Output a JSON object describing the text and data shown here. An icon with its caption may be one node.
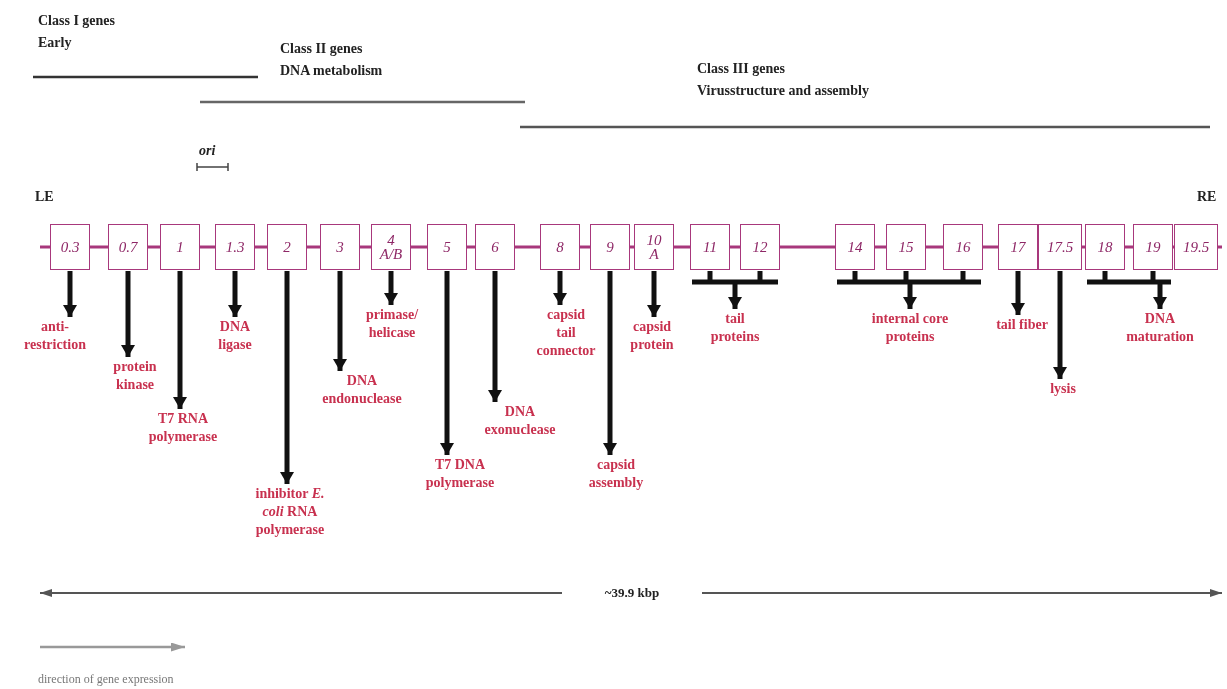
{
  "diagram": {
    "nodes": [
      {
        "text": [
          "0.3"
        ]
      },
      {
        "text": [
          "0.7"
        ]
      },
      {
        "text": [
          "1"
        ]
      },
      {
        "text": [
          "1.3"
        ]
      },
      {
        "text": [
          "2"
        ]
      },
      {
        "text": [
          "3"
        ]
      },
      {
        "text": [
          "4 A/B"
        ]
      },
      {
        "text": [
          "5"
        ]
      },
      {
        "text": [
          "6"
        ]
      },
      {
        "text": [
          "8"
        ]
      },
      {
        "text": [
          "9"
        ]
      },
      {
        "text": [
          "10 A"
        ]
      },
      {
        "text": [
          "11"
        ]
      },
      {
        "text": [
          "12"
        ]
      },
      {
        "text": [
          "14"
        ]
      },
      {
        "text": [
          "15"
        ]
      },
      {
        "text": [
          "16"
        ]
      },
      {
        "text": [
          "17"
        ]
      },
      {
        "text": [
          "17.5"
        ]
      },
      {
        "text": [
          "18"
        ]
      },
      {
        "text": [
          "19"
        ]
      },
      {
        "text": [
          "19.5"
        ]
      },
      {
        "text": [
          "anti- restriction"
        ]
      },
      {
        "text": [
          "protein kinase"
        ]
      },
      {
        "text": [
          "T7 RNA polymerase"
        ]
      },
      {
        "text": [
          "DNA ligase"
        ]
      },
      {
        "text": [
          "inhibitor *E. coli* RNA polymerase"
        ]
      },
      {
        "text": [
          "DNA endonuclease"
        ]
      },
      {
        "text": [
          "primase/ helicase"
        ]
      },
      {
        "text": [
          "T7 DNA polymerase"
        ]
      },
      {
        "text": [
          "DNA exonuclease"
        ]
      },
      {
        "text": [
          "capsid tail connector"
        ]
      },
      {
        "text": [
          "capsid assembly"
        ]
      },
      {
        "text": [
          "capsid protein"
        ]
      },
      {
        "text": [
          "tail proteins"
        ]
      },
      {
        "text": [
          "internal core proteins"
        ]
      },
      {
        "text": [
          "tail fiber"
        ]
      },
      {
        "text": [
          "lysis"
        ]
      },
      {
        "text": [
          "DNA maturation"
        ]
      }
    ],
    "edges": [
      {
        "from": 0,
        "to": 22,
        "arrow": "to"
      },
      {
        "from": 1,
        "to": 23,
        "arrow": "to"
      },
      {
        "from": 2,
        "to": 24,
        "arrow": "to"
      },
      {
        "from": 3,
        "to": 25,
        "arrow": "to"
      },
      {
        "from": 4,
        "to": 26,
        "arrow": "to"
      },
      {
        "from": 5,
        "to": 27,
        "arrow": "to"
      },
      {
        "from": 6,
        "to": 28,
        "arrow": "to"
      },
      {
        "from": 7,
        "to": 29,
        "arrow": "to"
      },
      {
        "from": 8,
        "to": 30,
        "arrow": "to"
      },
      {
        "from": 9,
        "to": 31,
        "arrow": "to"
      },
      {
        "from": 10,
        "to": 32,
        "arrow": "to"
      },
      {
        "from": 11,
        "to": 33,
        "arrow": "to"
      },
      {
        "from": 12,
        "to": 34,
        "arrow": "to"
      },
      {
        "from": 13,
        "to": 34,
        "arrow": "to"
      },
      {
        "from": 14,
        "to": 35,
        "arrow": "to"
      },
      {
        "from": 15,
        "to": 35,
        "arrow": "to"
      },
      {
        "from": 16,
        "to": 35,
        "arrow": "to"
      },
      {
        "from": 17,
        "to": 36,
        "arrow": "to"
      },
      {
        "from": 18,
        "to": 37,
        "arrow": "to"
      },
      {
        "from": 19,
        "to": 38,
        "arrow": "to"
      },
      {
        "from": 20,
        "to": 38,
        "arrow": "to"
      }
    ],
    "labels": [
      "Class I genes",
      "Early",
      "Class II genes",
      "DNA metabolism",
      "Class III genes",
      "Virusstructure and assembly",
      "ori",
      "LE",
      "RE",
      "~39.9 kbp",
      "direction of gene expression"
    ]
  }
}
